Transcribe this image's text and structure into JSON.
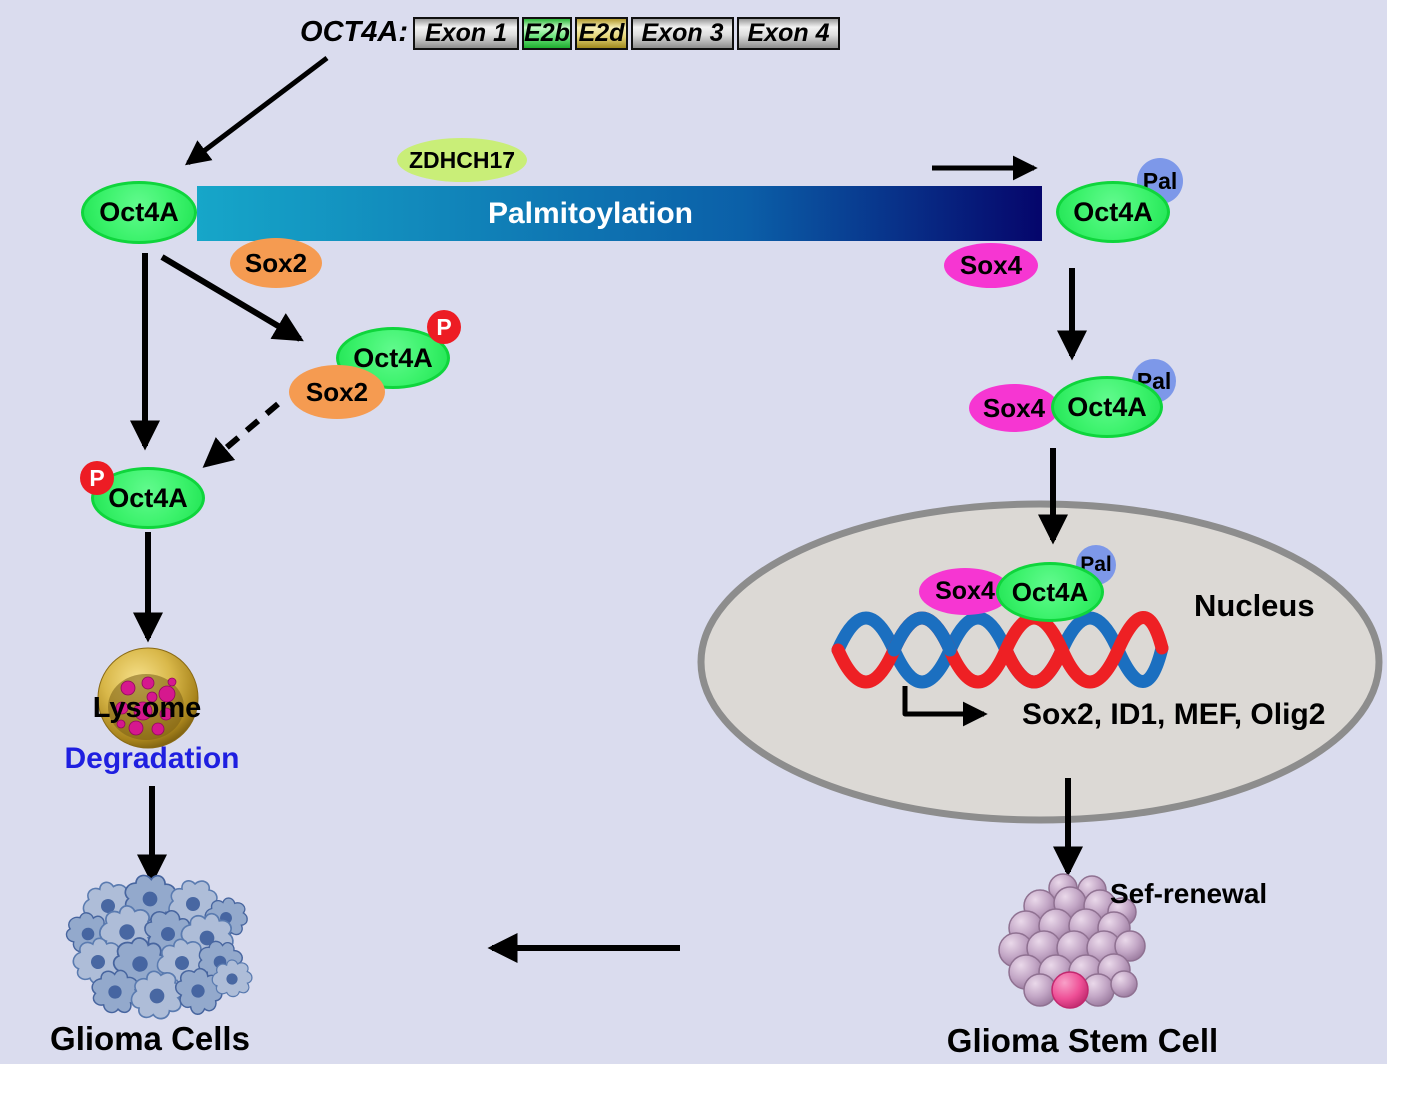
{
  "gene_panel": {
    "gene_label": "OCT4A:",
    "exons": [
      {
        "label": "Exon 1"
      },
      {
        "label": "E2b"
      },
      {
        "label": "E2d"
      },
      {
        "label": "Exon 3"
      },
      {
        "label": "Exon 4"
      }
    ]
  },
  "enzyme_label": "ZDHCH17",
  "membrane_bar_label": "Palmitoylation",
  "molecules": {
    "oct4a": "Oct4A",
    "sox2": "Sox2",
    "sox4": "Sox4",
    "pal": "Pal",
    "phospho": "P"
  },
  "nucleus": {
    "label": "Nucleus",
    "target_genes": "Sox2, ID1, MEF, Olig2"
  },
  "degradation_pathway": {
    "lysosome_label": "Lysome",
    "degradation_label": "Degradation",
    "glioma_cells_label": "Glioma Cells"
  },
  "stem_pathway": {
    "self_renewal_label": "Sef-renewal",
    "glioma_stem_cell_label": "Glioma Stem Cell"
  },
  "colors": {
    "background": "#dadcee",
    "oct4a_fill": "#3bf26b",
    "oct4a_stroke": "#0fd53c",
    "sox2_fill": "#f59b51",
    "sox4_fill": "#f636d2",
    "pal_fill": "#7d98e9",
    "phospho_fill": "#ed1c24",
    "enzyme_fill": "#c9ee78",
    "bar_start": "#16a6c9",
    "bar_end": "#05056b",
    "nucleus_fill": "#dcd9d5",
    "nucleus_stroke": "#8d8d8d",
    "dna_red": "#ee2024",
    "dna_blue": "#1b6fc0",
    "degradation_text": "#1f1fe0"
  }
}
